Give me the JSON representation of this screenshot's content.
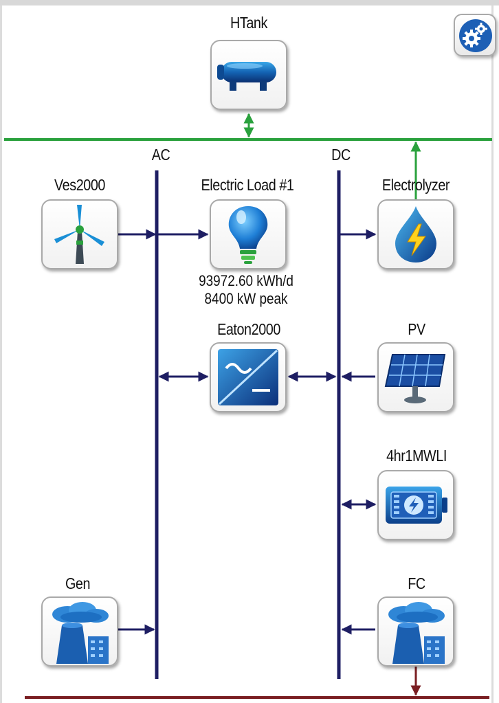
{
  "buses": {
    "ac": {
      "label": "AC",
      "color": "#1e1e63"
    },
    "dc": {
      "label": "DC",
      "color": "#1e1e63"
    },
    "hydrogen_color": "#2aa13d",
    "thermal_color": "#7a1e22"
  },
  "components": {
    "htank": {
      "label": "HTank",
      "icon": "hydrogen-tank-icon"
    },
    "wind": {
      "label": "Ves2000",
      "icon": "wind-turbine-icon"
    },
    "load": {
      "label": "Electric Load #1",
      "icon": "light-bulb-icon",
      "energy": "93972.60 kWh/d",
      "peak": "8400 kW peak"
    },
    "electrolyzer": {
      "label": "Electrolyzer",
      "icon": "water-drop-lightning-icon"
    },
    "converter": {
      "label": "Eaton2000",
      "icon": "converter-icon"
    },
    "pv": {
      "label": "PV",
      "icon": "solar-panel-icon"
    },
    "battery": {
      "label": "4hr1MWLI",
      "icon": "battery-icon"
    },
    "gen": {
      "label": "Gen",
      "icon": "power-plant-icon"
    },
    "fc": {
      "label": "FC",
      "icon": "power-plant-icon"
    }
  },
  "toolbar": {
    "settings_icon": "gears-icon"
  }
}
